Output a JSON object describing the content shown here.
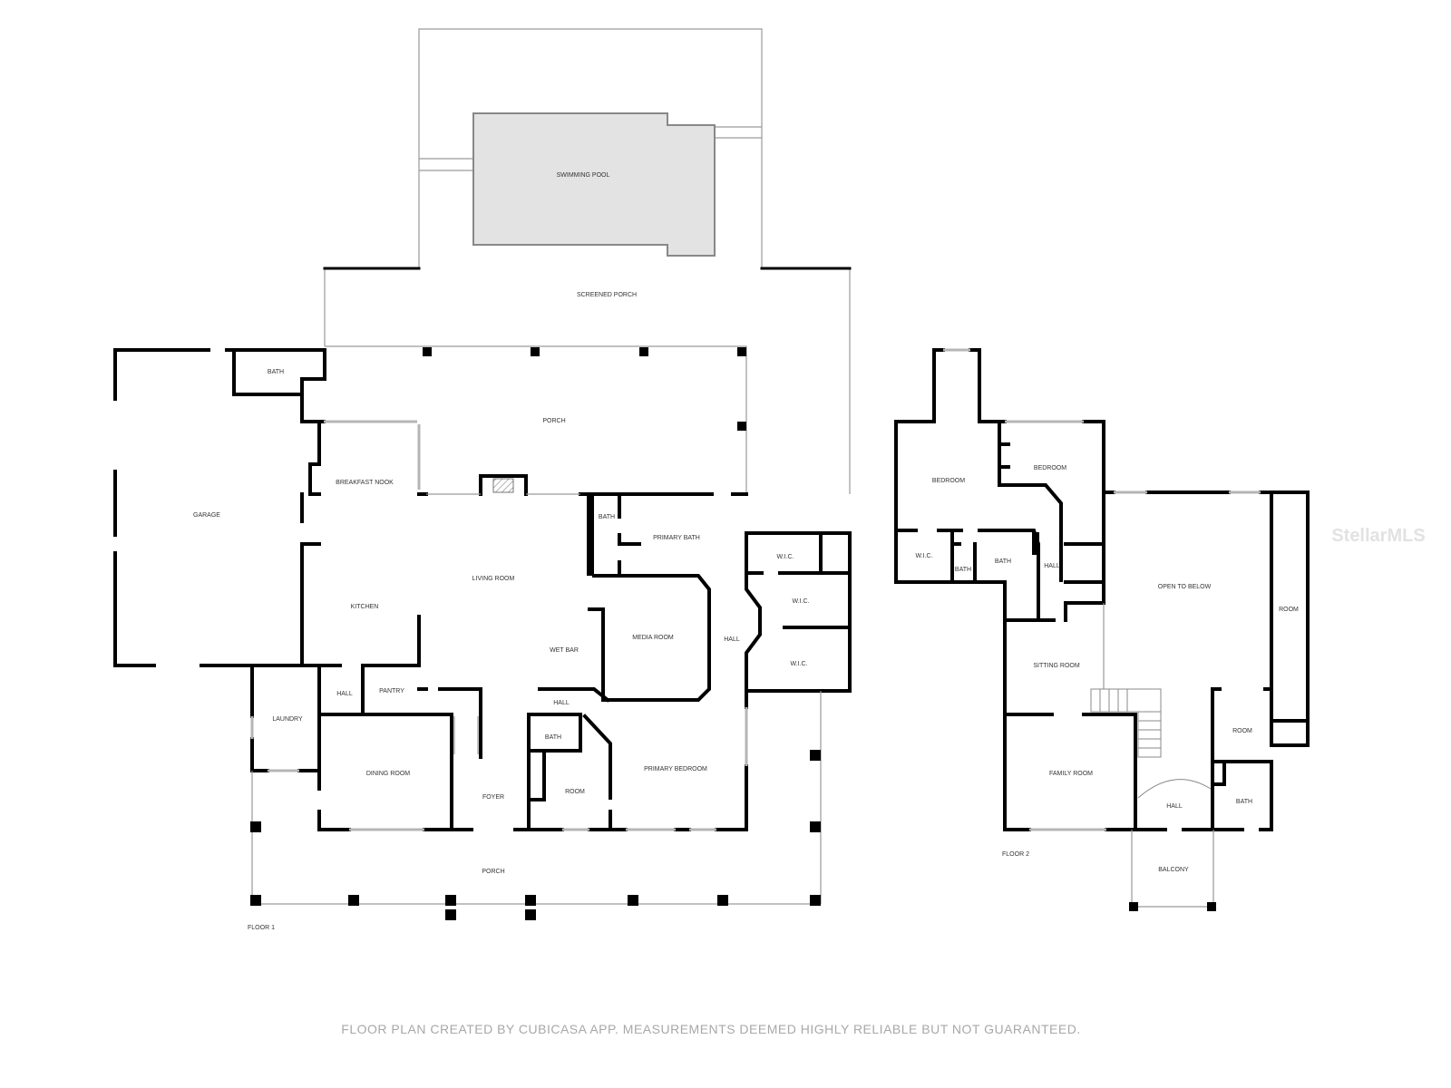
{
  "floor1": {
    "label": "FLOOR 1",
    "rooms": [
      "SWIMMING POOL",
      "SCREENED PORCH",
      "BATH",
      "PORCH",
      "GARAGE",
      "BREAKFAST NOOK",
      "LIVING ROOM",
      "KITCHEN",
      "BATH",
      "PRIMARY BATH",
      "W.I.C.",
      "W.I.C.",
      "W.I.C.",
      "MEDIA ROOM",
      "WET BAR",
      "HALL",
      "HALL",
      "PANTRY",
      "LAUNDRY",
      "HALL",
      "BATH",
      "DINING ROOM",
      "FOYER",
      "ROOM",
      "PRIMARY BEDROOM",
      "PORCH"
    ]
  },
  "floor2": {
    "label": "FLOOR 2",
    "rooms": [
      "BEDROOM",
      "BEDROOM",
      "W.I.C.",
      "BATH",
      "BATH",
      "HALL",
      "OPEN TO BELOW",
      "ROOM",
      "SITTING ROOM",
      "ROOM",
      "FAMILY ROOM",
      "HALL",
      "BATH",
      "BALCONY"
    ]
  },
  "footer": "FLOOR PLAN CREATED BY CUBICASA APP. MEASUREMENTS DEEMED HIGHLY RELIABLE BUT NOT GUARANTEED.",
  "watermark": "StellarMLS"
}
